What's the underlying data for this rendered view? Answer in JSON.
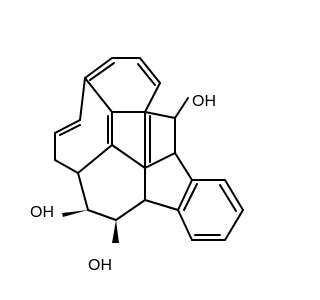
{
  "structure": {
    "hydroxyl_labels": {
      "top_right": "OH",
      "lower_left": "OH",
      "bottom": "OH"
    }
  },
  "colors": {
    "bond": "#000000",
    "oxygen_text": "#000000",
    "stereo_bond": "#ff0000",
    "background": "#ffffff"
  }
}
